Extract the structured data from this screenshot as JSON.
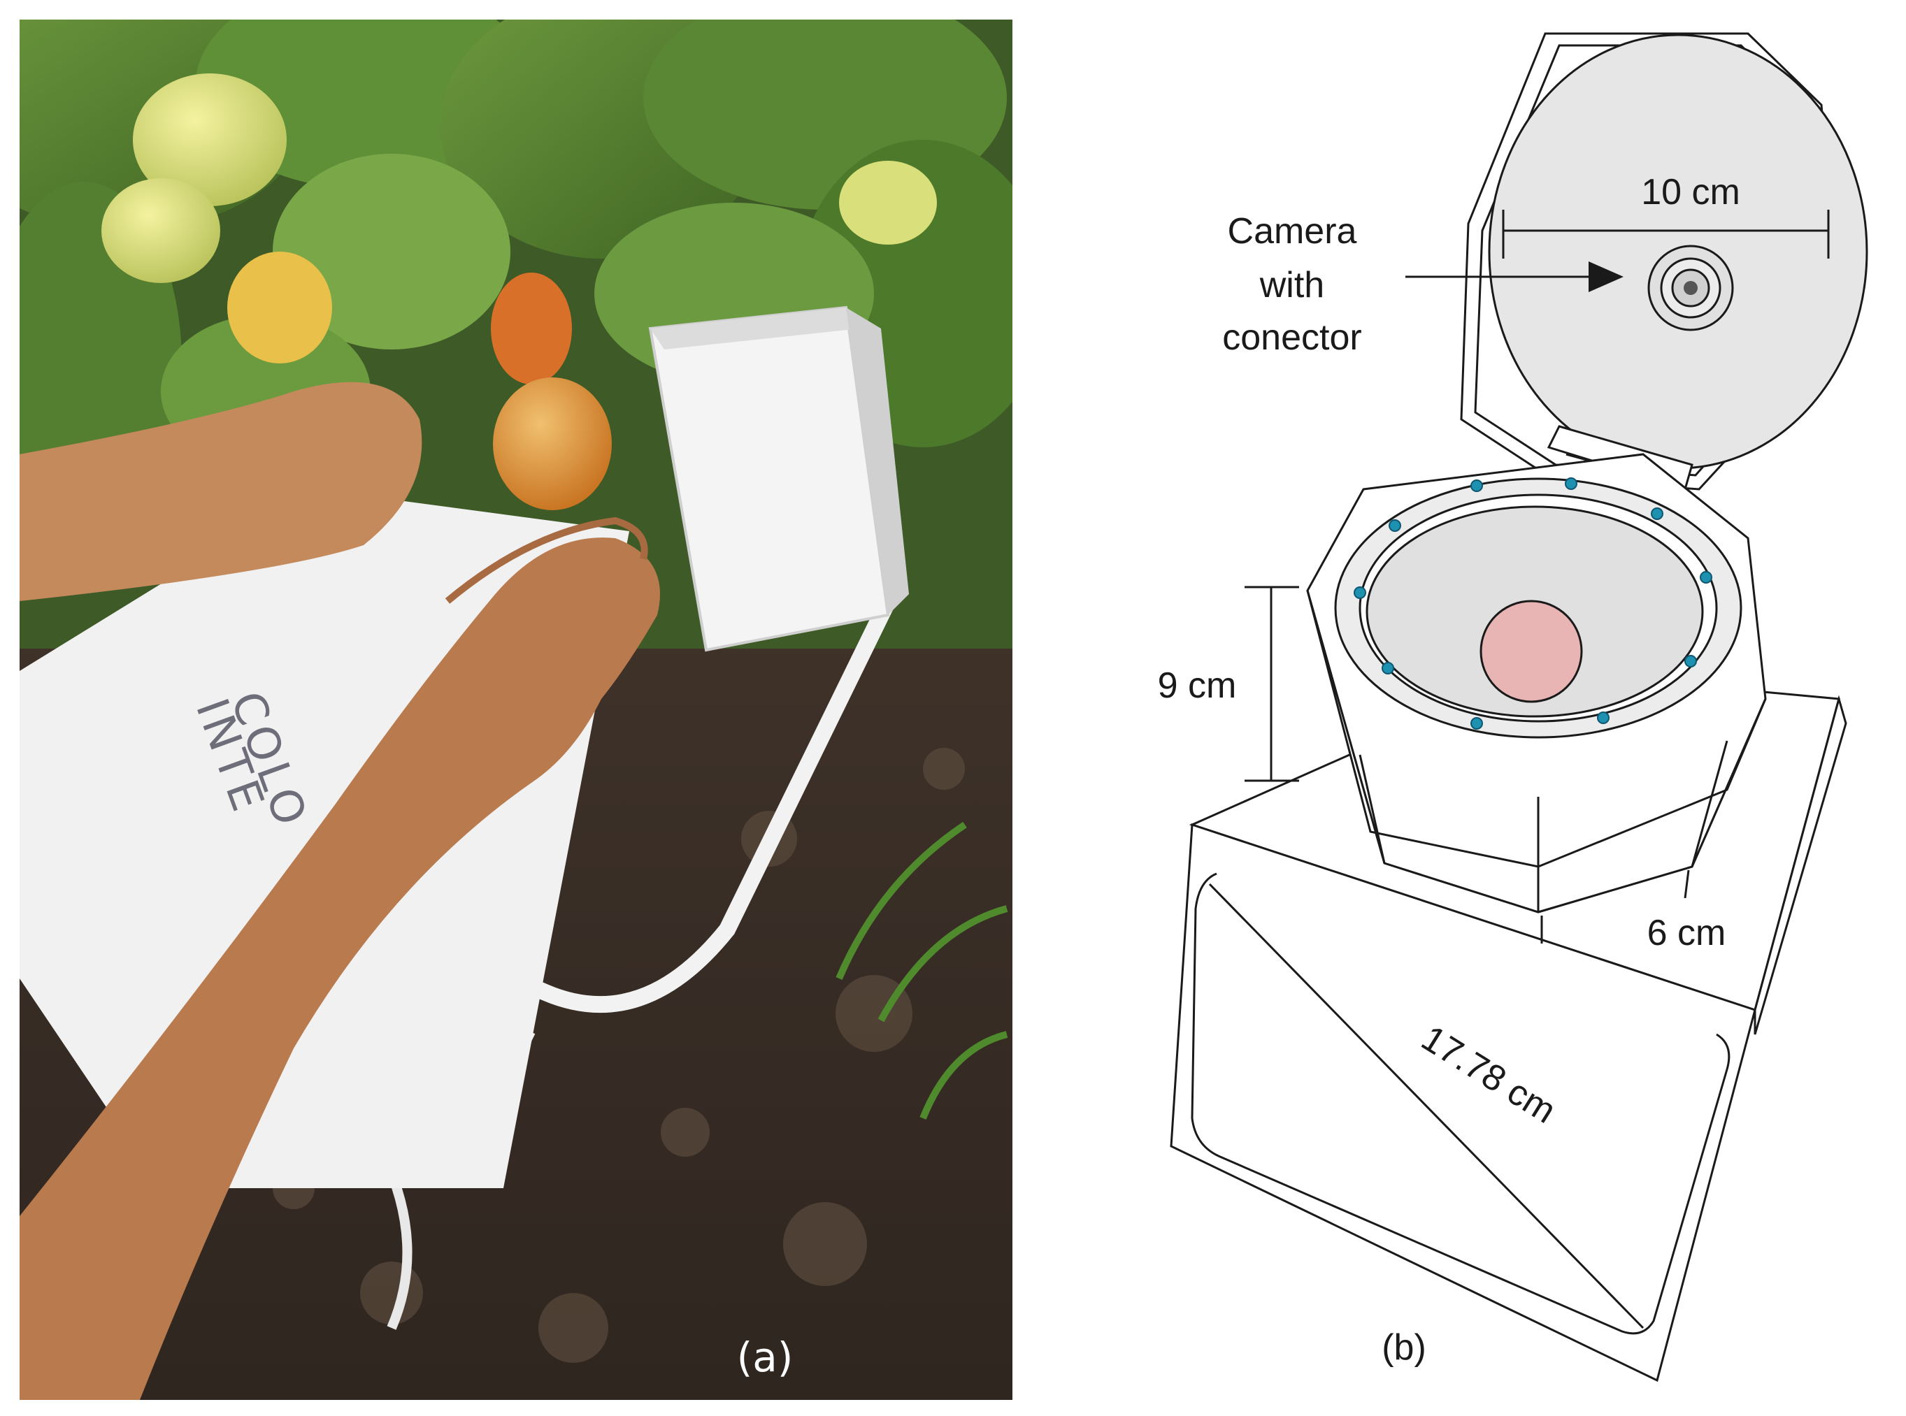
{
  "panel_a": {
    "caption": "(a)",
    "box_text": "COLO\nINTE"
  },
  "panel_b": {
    "caption": "(b)",
    "camera_label_line1": "Camera",
    "camera_label_line2": "with",
    "camera_label_line3": "conector",
    "dim_lid": "10 cm",
    "dim_height": "9 cm",
    "dim_side": "6 cm",
    "dim_diagonal": "17.78 cm"
  },
  "colors": {
    "sample_disk": "#e8b4b4",
    "led_dot": "#1e90b0",
    "lid_fill": "#e6e6e6",
    "plant_green": "#4f7a2c",
    "soil": "#3a2e26"
  }
}
